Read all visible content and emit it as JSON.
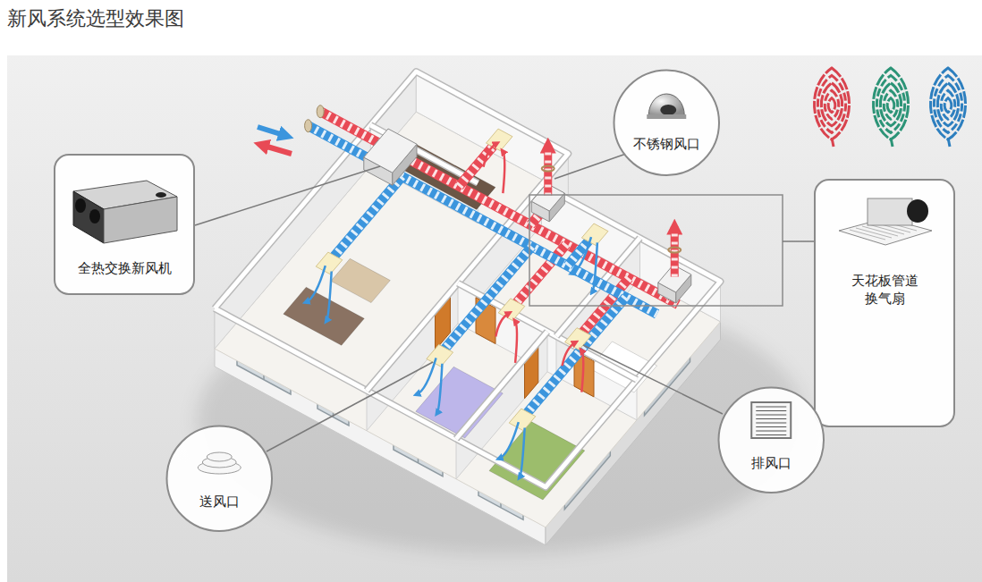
{
  "diagram": {
    "title": "新风系统选型效果图",
    "nodes": [
      {
        "text": [
          "不锈钢风口"
        ]
      },
      {
        "text": [
          "全热交换新风机"
        ]
      },
      {
        "text": [
          "天花板管道 换气扇"
        ]
      },
      {
        "text": [
          "送风口"
        ]
      },
      {
        "text": [
          "排风口"
        ]
      }
    ]
  }
}
